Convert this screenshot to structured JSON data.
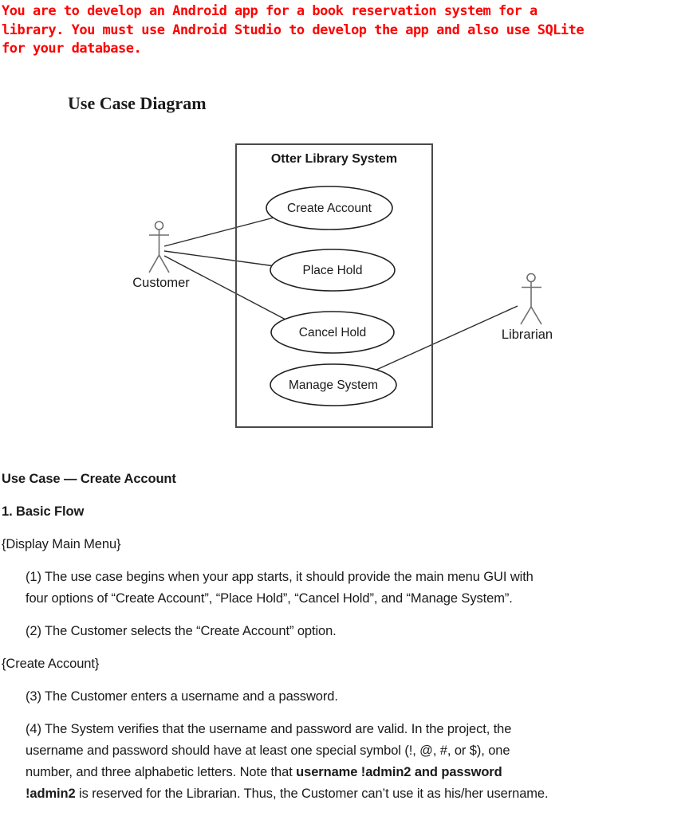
{
  "page": {
    "background": "#ffffff",
    "text_color": "#1a1a1a"
  },
  "intro": {
    "text": "You are to develop an Android app for a book reservation system for a\nlibrary. You must use Android Studio to develop the app and also use SQLite\nfor your database.",
    "color": "#fe0000"
  },
  "headings": {
    "diagram": "Use Case Diagram"
  },
  "diagram": {
    "system_title": "Otter Library System",
    "use_cases": [
      {
        "label": "Create Account"
      },
      {
        "label": "Place Hold"
      },
      {
        "label": "Cancel Hold"
      },
      {
        "label": "Manage System"
      }
    ],
    "actors": [
      {
        "label": "Customer"
      },
      {
        "label": "Librarian"
      }
    ],
    "associations": [
      {
        "from": "Customer",
        "to": "Create Account"
      },
      {
        "from": "Customer",
        "to": "Place Hold"
      },
      {
        "from": "Customer",
        "to": "Cancel Hold"
      },
      {
        "from": "Librarian",
        "to": "Manage System"
      }
    ],
    "colors": {
      "system_box": "#4a4a4a",
      "ellipse_stroke": "#1f1f1f",
      "association_line": "#2b2b2b",
      "actor_stroke": "#6e6e6e"
    }
  },
  "body": {
    "paragraphs": [
      {
        "cls": "h-bold",
        "lines": [
          [
            {
              "t": "Use Case — Create Account",
              "b": true
            }
          ]
        ]
      },
      {
        "cls": "h-bold",
        "lines": [
          [
            {
              "t": "1. Basic Flow",
              "b": true
            }
          ]
        ]
      },
      {
        "cls": "plain",
        "lines": [
          [
            {
              "t": "{Display Main Menu}",
              "b": false
            }
          ]
        ]
      },
      {
        "cls": "step",
        "lines": [
          [
            {
              "t": "(1) The use case begins when your app starts, it should provide the main menu GUI with",
              "b": false
            }
          ],
          [
            {
              "t": "four options of “Create Account”, “Place Hold”, “Cancel Hold”, and “Manage System”.",
              "b": false
            }
          ]
        ]
      },
      {
        "cls": "step",
        "lines": [
          [
            {
              "t": "(2) The Customer selects the “Create Account” option.",
              "b": false
            }
          ]
        ]
      },
      {
        "cls": "plain",
        "lines": [
          [
            {
              "t": "{Create Account}",
              "b": false
            }
          ]
        ]
      },
      {
        "cls": "step",
        "lines": [
          [
            {
              "t": "(3) The Customer enters a username and a password.",
              "b": false
            }
          ]
        ]
      },
      {
        "cls": "step",
        "lines": [
          [
            {
              "t": "(4) The System verifies that the username and password are valid. In the project, the",
              "b": false
            }
          ],
          [
            {
              "t": "username and password should have at least one special symbol (!, @, #, or $), one",
              "b": false
            }
          ],
          [
            {
              "t": "number, and three alphabetic letters. Note that ",
              "b": false
            },
            {
              "t": "username !admin2 and password",
              "b": true
            }
          ],
          [
            {
              "t": "!admin2",
              "b": true
            },
            {
              "t": " is reserved for the Librarian. Thus, the Customer can’t use it as his/her username.",
              "b": false
            }
          ]
        ]
      }
    ]
  }
}
